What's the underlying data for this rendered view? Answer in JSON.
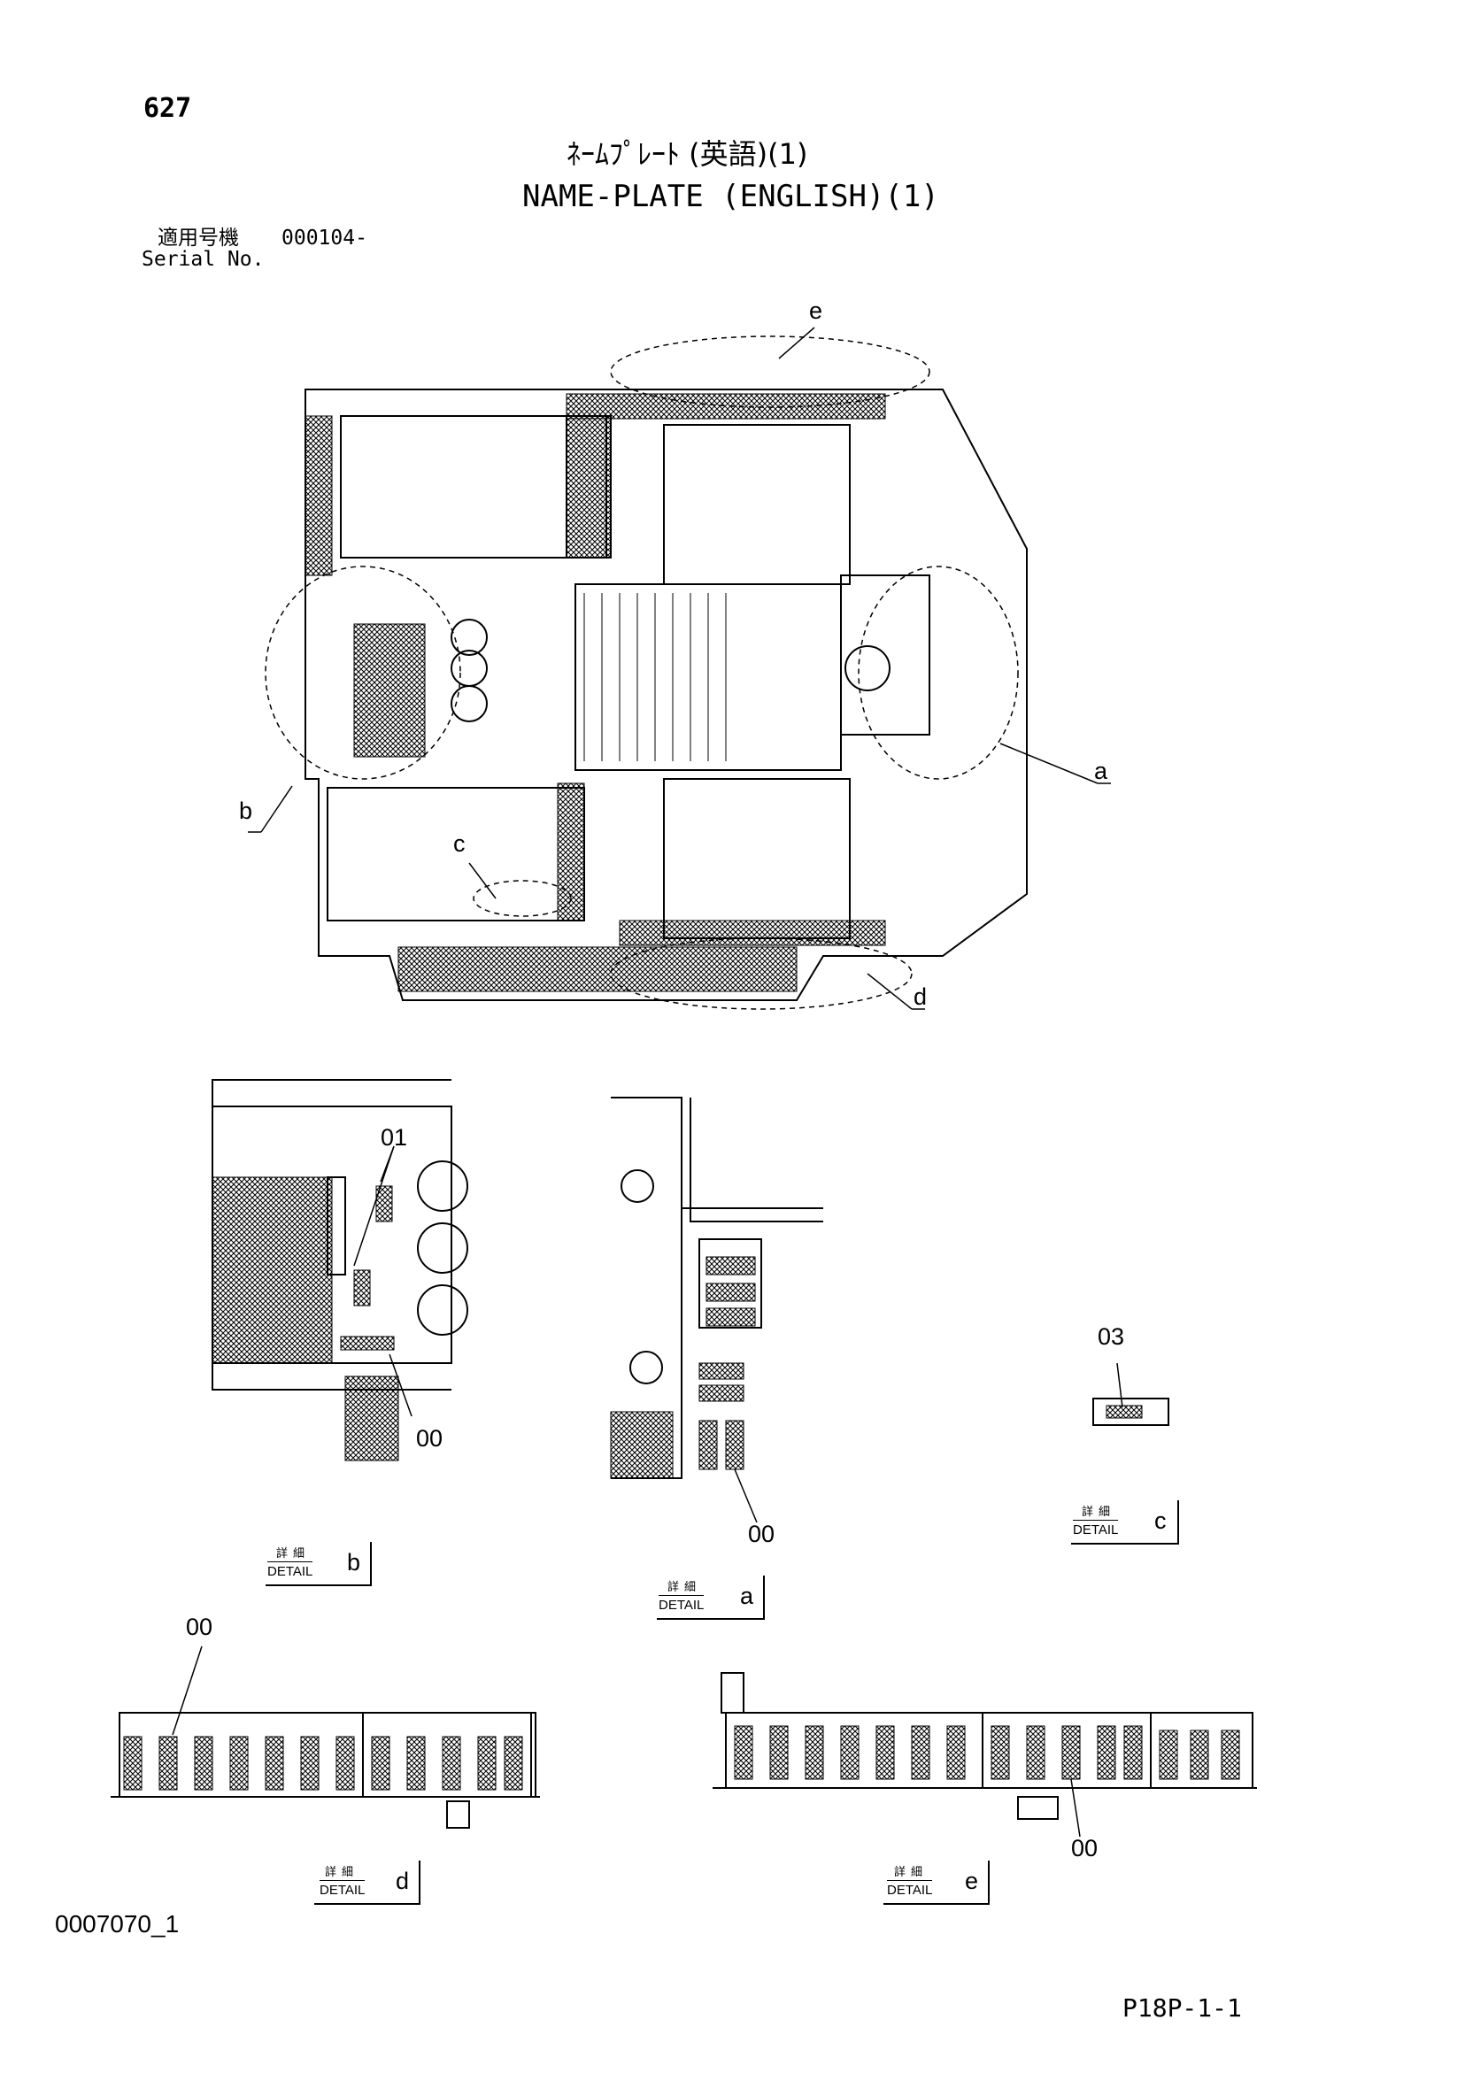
{
  "header": {
    "page_number": "627",
    "title_jp": "ﾈｰﾑﾌﾟﾚｰﾄ (英語)(1)",
    "title_en": "NAME-PLATE (ENGLISH)(1)",
    "serial_label_jp": "適用号機",
    "serial_value": "000104-",
    "serial_label_en": "Serial No."
  },
  "main_view_callouts": {
    "a": "a",
    "b": "b",
    "c": "c",
    "d": "d",
    "e": "e"
  },
  "detail_b": {
    "callout_top": "01",
    "callout_bottom": "00",
    "label_jp": "詳細",
    "label_en": "DETAIL",
    "letter": "b"
  },
  "detail_a": {
    "callout": "00",
    "label_jp": "詳細",
    "label_en": "DETAIL",
    "letter": "a"
  },
  "detail_c": {
    "callout": "03",
    "label_jp": "詳細",
    "label_en": "DETAIL",
    "letter": "c"
  },
  "detail_d": {
    "callout": "00",
    "label_jp": "詳細",
    "label_en": "DETAIL",
    "letter": "d"
  },
  "detail_e": {
    "callout": "00",
    "label_jp": "詳細",
    "label_en": "DETAIL",
    "letter": "e"
  },
  "footer": {
    "drawing_id": "0007070_1",
    "sheet_code": "P18P-1-1"
  }
}
